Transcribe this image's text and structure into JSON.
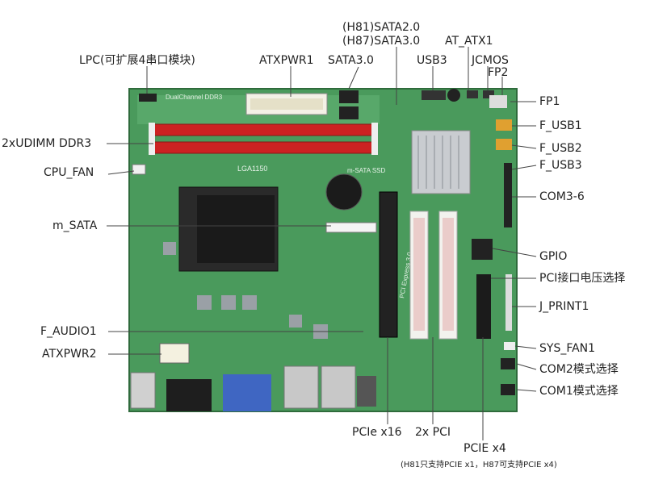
{
  "labels": {
    "h81_sata2": "(H81)SATA2.0",
    "h87_sata3": "(H87)SATA3.0",
    "at_atx1": "AT_ATX1",
    "lpc": "LPC(可扩展4串口模块)",
    "atxpwr1": "ATXPWR1",
    "sata3": "SATA3.0",
    "usb3": "USB3",
    "jcmos": "JCMOS",
    "fp2": "FP2",
    "fp1": "FP1",
    "udimm": "2xUDIMM DDR3",
    "f_usb1": "F_USB1",
    "f_usb2": "F_USB2",
    "f_usb3": "F_USB3",
    "cpu_fan": "CPU_FAN",
    "com3_6": "COM3-6",
    "m_sata": "m_SATA",
    "gpio": "GPIO",
    "pci_voltage": "PCI接口电压选择",
    "j_print1": "J_PRINT1",
    "f_audio1": "F_AUDIO1",
    "sys_fan1": "SYS_FAN1",
    "atxpwr2": "ATXPWR2",
    "com2_mode": "COM2模式选择",
    "com1_mode": "COM1模式选择",
    "pcie_x16": "PCIe x16",
    "pci_2x": "2x PCI",
    "pcie_x4": "PCIE x4",
    "pcie_x4_note": "(H81只支持PCIE x1，H87可支持PCIE x4)"
  },
  "board_marks": {
    "socket": "LGA1150",
    "msata": "m-SATA SSD",
    "pcie": "PCI Express 3.0",
    "ddr": "DualChannel DDR3"
  },
  "colors": {
    "pcb": "#4a9a5c",
    "dimm": "#cc2222",
    "pci_white": "#f2f2ee",
    "leader": "#444444"
  }
}
